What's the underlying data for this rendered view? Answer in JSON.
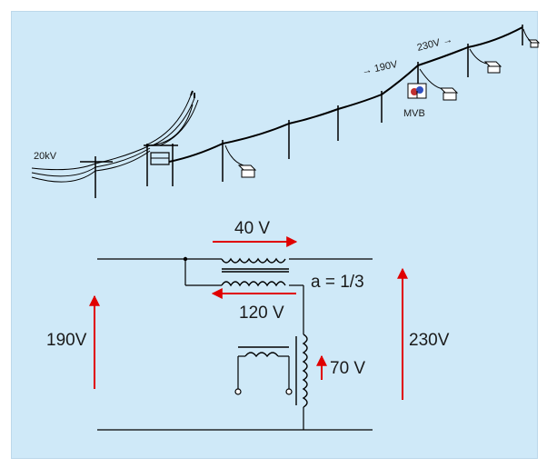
{
  "overhead_line": {
    "supply_voltage": "20kV",
    "arrow_190": "→ 190V",
    "arrow_230": "230V →",
    "booster_label": "MVB"
  },
  "circuit": {
    "series_voltage": "40 V",
    "ratio": "a = 1/3",
    "primary_voltage": "120 V",
    "input_voltage": "190V",
    "tap_voltage": "70 V",
    "output_voltage": "230V"
  },
  "colors": {
    "background": "#cfe9f8",
    "wire": "#000000",
    "arrow": "#e00000"
  }
}
